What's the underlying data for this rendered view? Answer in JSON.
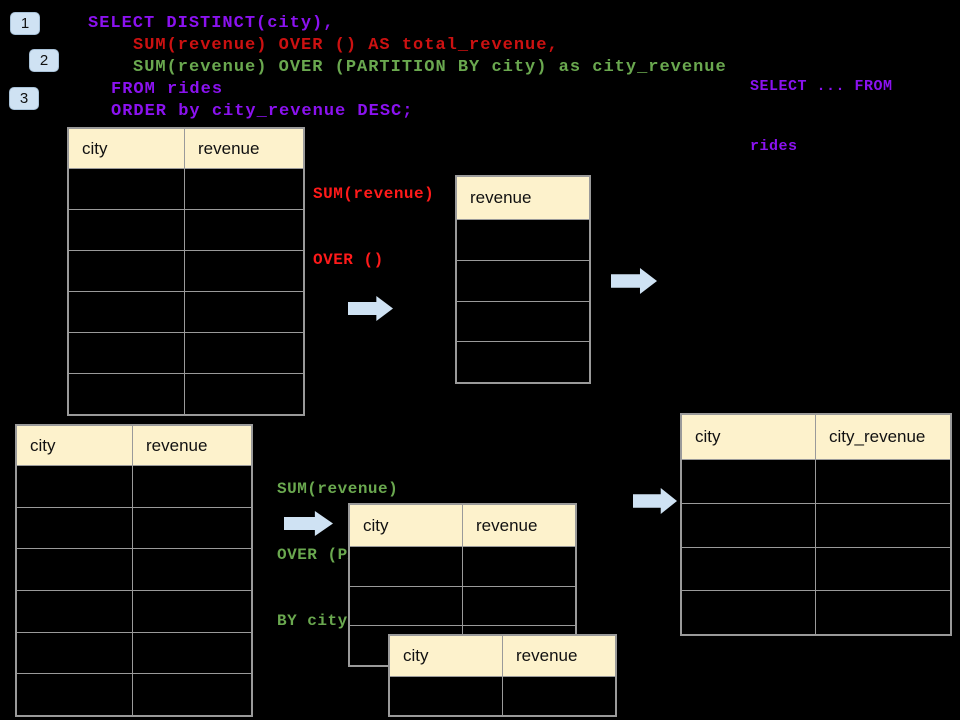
{
  "colors": {
    "background": "#000000",
    "purple": "#8b12f0",
    "red_code": "#cc1111",
    "red_label": "#ff1a1a",
    "green": "#6aa84f",
    "table_header_bg": "#fdf2cc",
    "table_border": "#9a9a9a",
    "arrow_blue": "#cfe2f3",
    "badge_bg": "#cfe2f3"
  },
  "badges": [
    "1",
    "2",
    "3"
  ],
  "code": {
    "lines": [
      {
        "text": "SELECT DISTINCT(city),",
        "color": "purple"
      },
      {
        "text": "SUM(revenue) OVER () AS total_revenue,",
        "color": "red"
      },
      {
        "text": "SUM(revenue) OVER (PARTITION BY city) as city_revenue",
        "color": "green"
      },
      {
        "text": "FROM rides",
        "color": "purple"
      },
      {
        "text": "ORDER by city_revenue DESC;",
        "color": "purple"
      }
    ]
  },
  "side_note": {
    "line1": "SELECT ... FROM",
    "line2": "rides"
  },
  "labels": {
    "total_revenue_note": [
      "SUM(revenue)",
      "OVER ()"
    ],
    "partition_note": [
      "SUM(revenue)",
      "OVER (PARTITION",
      "BY city)"
    ]
  },
  "icons": [
    {
      "name": "arrow-right-icon",
      "count": 4
    }
  ],
  "tables": [
    {
      "name": "rides-source-top",
      "headers": [
        "city",
        "revenue"
      ],
      "rows": 6
    },
    {
      "name": "total-revenue-result",
      "headers": [
        "revenue"
      ],
      "rows": 4
    },
    {
      "name": "rides-source-bottom",
      "headers": [
        "city",
        "revenue"
      ],
      "rows": 6
    },
    {
      "name": "partition-group-back",
      "headers": [
        "city",
        "revenue"
      ],
      "rows": 3
    },
    {
      "name": "partition-group-front",
      "headers": [
        "city",
        "revenue"
      ],
      "rows": 1
    },
    {
      "name": "city-revenue-result",
      "headers": [
        "city",
        "city_revenue"
      ],
      "rows": 4
    }
  ]
}
